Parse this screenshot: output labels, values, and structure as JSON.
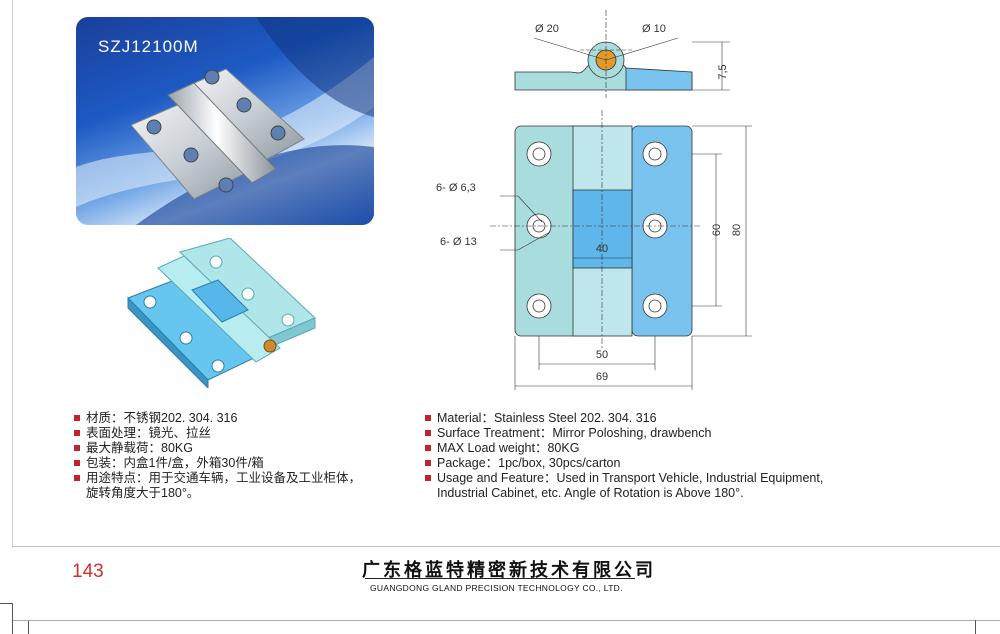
{
  "product": {
    "model": "SZJ12100M"
  },
  "drawing": {
    "dims": {
      "d20": "Ø 20",
      "d10": "Ø 10",
      "h75": "7,5",
      "holes_63": "6- Ø 6,3",
      "holes_13": "6- Ø 13",
      "d40": "40",
      "d60": "60",
      "d80": "80",
      "d50": "50",
      "d69": "69"
    }
  },
  "specs_cn": {
    "material": "材质：不锈钢202. 304. 316",
    "surface": "表面处理：镜光、拉丝",
    "load": "最大静载荷：80KG",
    "package": "包装：内盒1件/盒，外箱30件/箱",
    "usage_line1": "用途特点：用于交通车辆，工业设备及工业柜体，",
    "usage_line2": "旋转角度大于180°。"
  },
  "specs_en": {
    "material": "Material：Stainless Steel 202. 304. 316",
    "surface": "Surface Treatment：Mirror Poloshing, drawbench",
    "load": "MAX Load weight：80KG",
    "package": "Package：1pc/box,  30pcs/carton",
    "usage_line1": "Usage and Feature：Used in Transport Vehicle, Industrial Equipment,",
    "usage_line2": "Industrial Cabinet, etc. Angle of Rotation is Above 180°."
  },
  "footer": {
    "page_number": "143",
    "company_cn": "广东格蓝特精密新技术有限公司",
    "company_en": "GUANGDONG GLAND PRECISION TECHNOLOGY CO., LTD."
  },
  "colors": {
    "bullet": "#c0242a",
    "page_number": "#d72d2d",
    "hinge_left_leaf": "#a9dcdc",
    "hinge_right_leaf": "#7ac3ee",
    "knuckle": "#5fb6ea"
  }
}
